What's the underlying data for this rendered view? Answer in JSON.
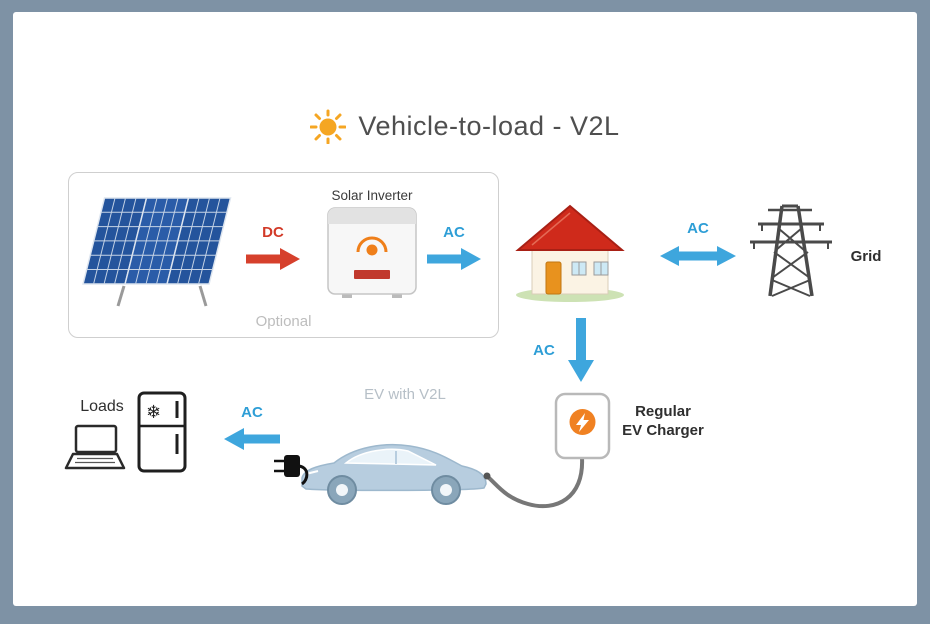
{
  "title": "Vehicle-to-load - V2L",
  "optional_group": {
    "label": "Optional"
  },
  "solar_inverter": {
    "label": "Solar Inverter"
  },
  "grid": {
    "label": "Grid"
  },
  "charger": {
    "line1": "Regular",
    "line2": "EV Charger"
  },
  "ev": {
    "label": "EV with V2L"
  },
  "loads": {
    "label": "Loads"
  },
  "flows": {
    "dc_pv_to_inverter": "DC",
    "ac_inverter_to_house": "AC",
    "ac_house_grid": "AC",
    "ac_house_to_charger": "AC",
    "ac_ev_to_loads": "AC"
  },
  "icons": {
    "sun": "sun",
    "snowflake": "❄",
    "lightning": "bolt"
  },
  "colors": {
    "dc_arrow": "#d6402c",
    "ac_arrow": "#3ea6dd",
    "sun": "#f5a623",
    "frame": "#7e92a5"
  }
}
